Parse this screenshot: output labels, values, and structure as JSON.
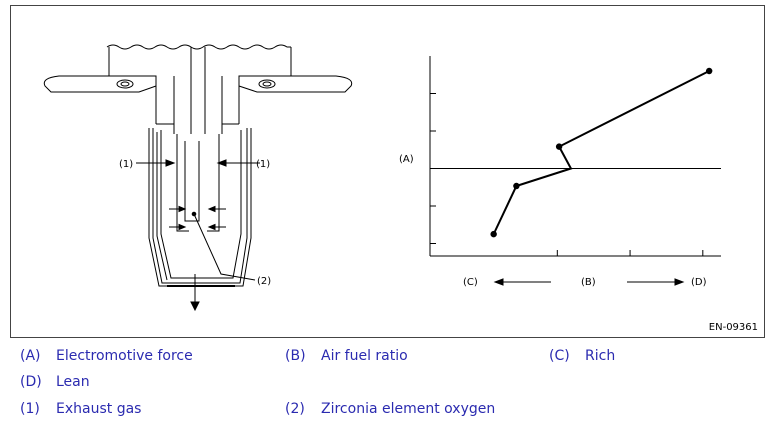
{
  "figure_id": "EN-09361",
  "callouts": {
    "exhaust_gas": "(1)",
    "zirconia_element": "(2)",
    "electromotive_force": "(A)",
    "air_fuel_ratio": "(B)",
    "rich": "(C)",
    "lean": "(D)"
  },
  "legend": [
    {
      "code": "(A)",
      "text": "Electromotive force"
    },
    {
      "code": "(B)",
      "text": "Air fuel ratio"
    },
    {
      "code": "(C)",
      "text": "Rich"
    },
    {
      "code": "(D)",
      "text": "Lean"
    },
    {
      "code": "(1)",
      "text": "Exhaust gas"
    },
    {
      "code": "(2)",
      "text": "Zirconia element oxygen"
    }
  ],
  "chart_data": {
    "type": "line",
    "ylabel": "(A)",
    "xlabel": "(B)",
    "x_direction_labels": [
      "(C)",
      "(D)"
    ],
    "points": [
      [
        0.1,
        0.15
      ],
      [
        0.35,
        0.92
      ],
      [
        0.82,
        1.55
      ],
      [
        2.47,
        2.76
      ]
    ],
    "xlim": [
      -0.6,
      2.6
    ],
    "ylim": [
      -0.2,
      3.0
    ],
    "y_reference_line": 1.2,
    "color": "#000000"
  }
}
